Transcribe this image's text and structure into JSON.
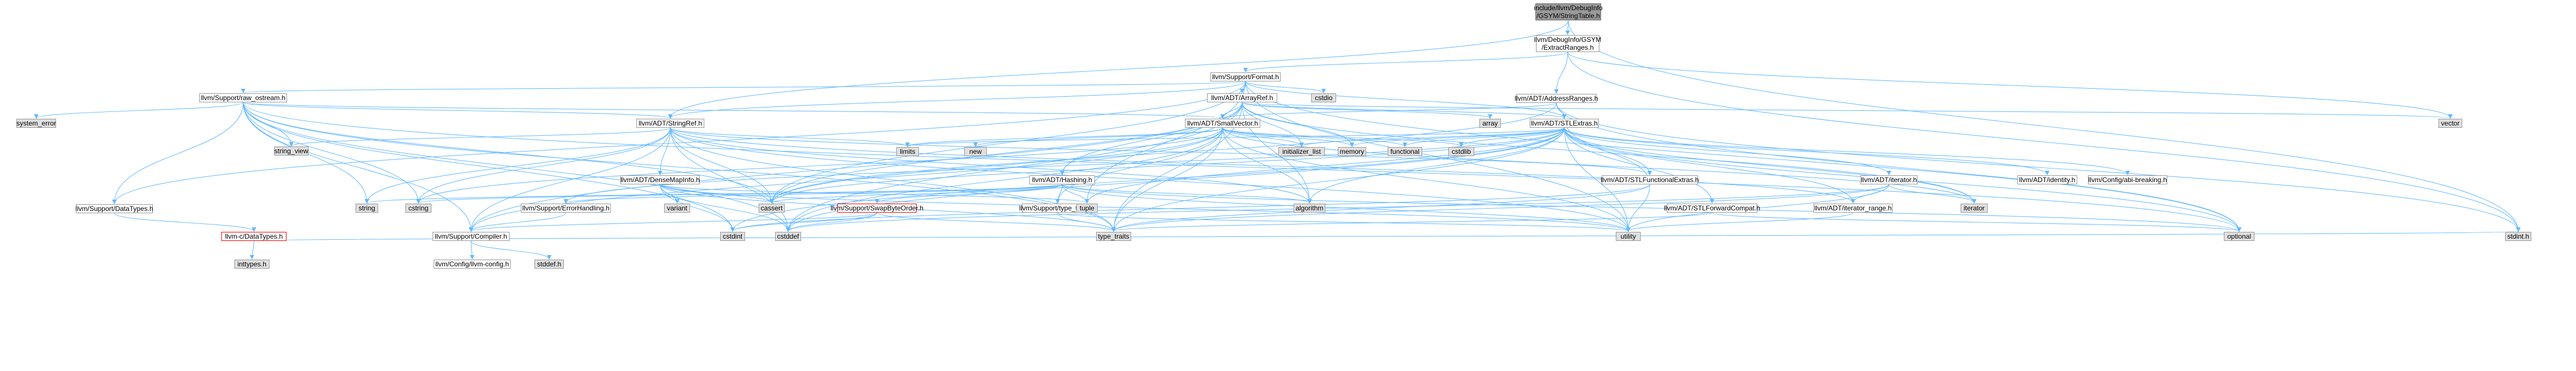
{
  "nodes": {
    "root": [
      "include/llvm/DebugInfo",
      "/GSYM/StringTable.h"
    ],
    "extract_ranges": [
      "llvm/DebugInfo/GSYM",
      "/ExtractRanges.h"
    ],
    "format": "llvm/Support/Format.h",
    "address_ranges": "llvm/ADT/AddressRanges.h",
    "raw_ostream": "llvm/Support/raw_ostream.h",
    "array_ref": "llvm/ADT/ArrayRef.h",
    "cstdio": "cstdio",
    "stl_extras": "llvm/ADT/STLExtras.h",
    "small_vector": "llvm/ADT/SmallVector.h",
    "string_ref": "llvm/ADT/StringRef.h",
    "system_error": "system_error",
    "string_view": "string_view",
    "array": "array",
    "vector": "vector",
    "limits": "limits",
    "new": "new",
    "hashing": "llvm/ADT/Hashing.h",
    "initializer_list": "initializer_list",
    "memory": "memory",
    "functional": "functional",
    "cstdlib": "cstdlib",
    "stl_functional_extras": "llvm/ADT/STLFunctionalExtras.h",
    "iterator": "llvm/ADT/iterator.h",
    "adt_identity": "llvm/ADT/identity.h",
    "abi_breaking": "llvm/Config/abi-breaking.h",
    "dense_map_info": "llvm/ADT/DenseMapInfo.h",
    "string": "string",
    "cstring": "cstring",
    "data_types_support": "llvm/Support/DataTypes.h",
    "error_handling": "llvm/Support/ErrorHandling.h",
    "variant": "variant",
    "cassert": "cassert",
    "swap_byte_order": "llvm/Support/SwapByteOrder.h",
    "type_traits_support": "llvm/Support/type_traits.h",
    "algorithm": "algorithm",
    "tuple": "tuple",
    "stl_forward_compat": "llvm/ADT/STLForwardCompat.h",
    "iterator_range": "llvm/ADT/iterator_range.h",
    "iterator_std": "iterator",
    "cstdint": "cstdint",
    "cstddef": "cstddef",
    "type_traits": "type_traits",
    "utility": "utility",
    "optional": "optional",
    "compiler": "llvm/Support/Compiler.h",
    "llvm_c_data_types": "llvm-c/DataTypes.h",
    "inttypes": "inttypes.h",
    "llvm_config": "llvm/Config/llvm-config.h",
    "stddef": "stddef.h",
    "stdint": "stdint.h"
  },
  "colors": {
    "edge": "#63b8ff",
    "edge_dark": "#1874cd",
    "node_border": "#999999",
    "system_fill": "#e0e0e0",
    "root_fill": "#999999",
    "missing_border": "#ff0000"
  }
}
